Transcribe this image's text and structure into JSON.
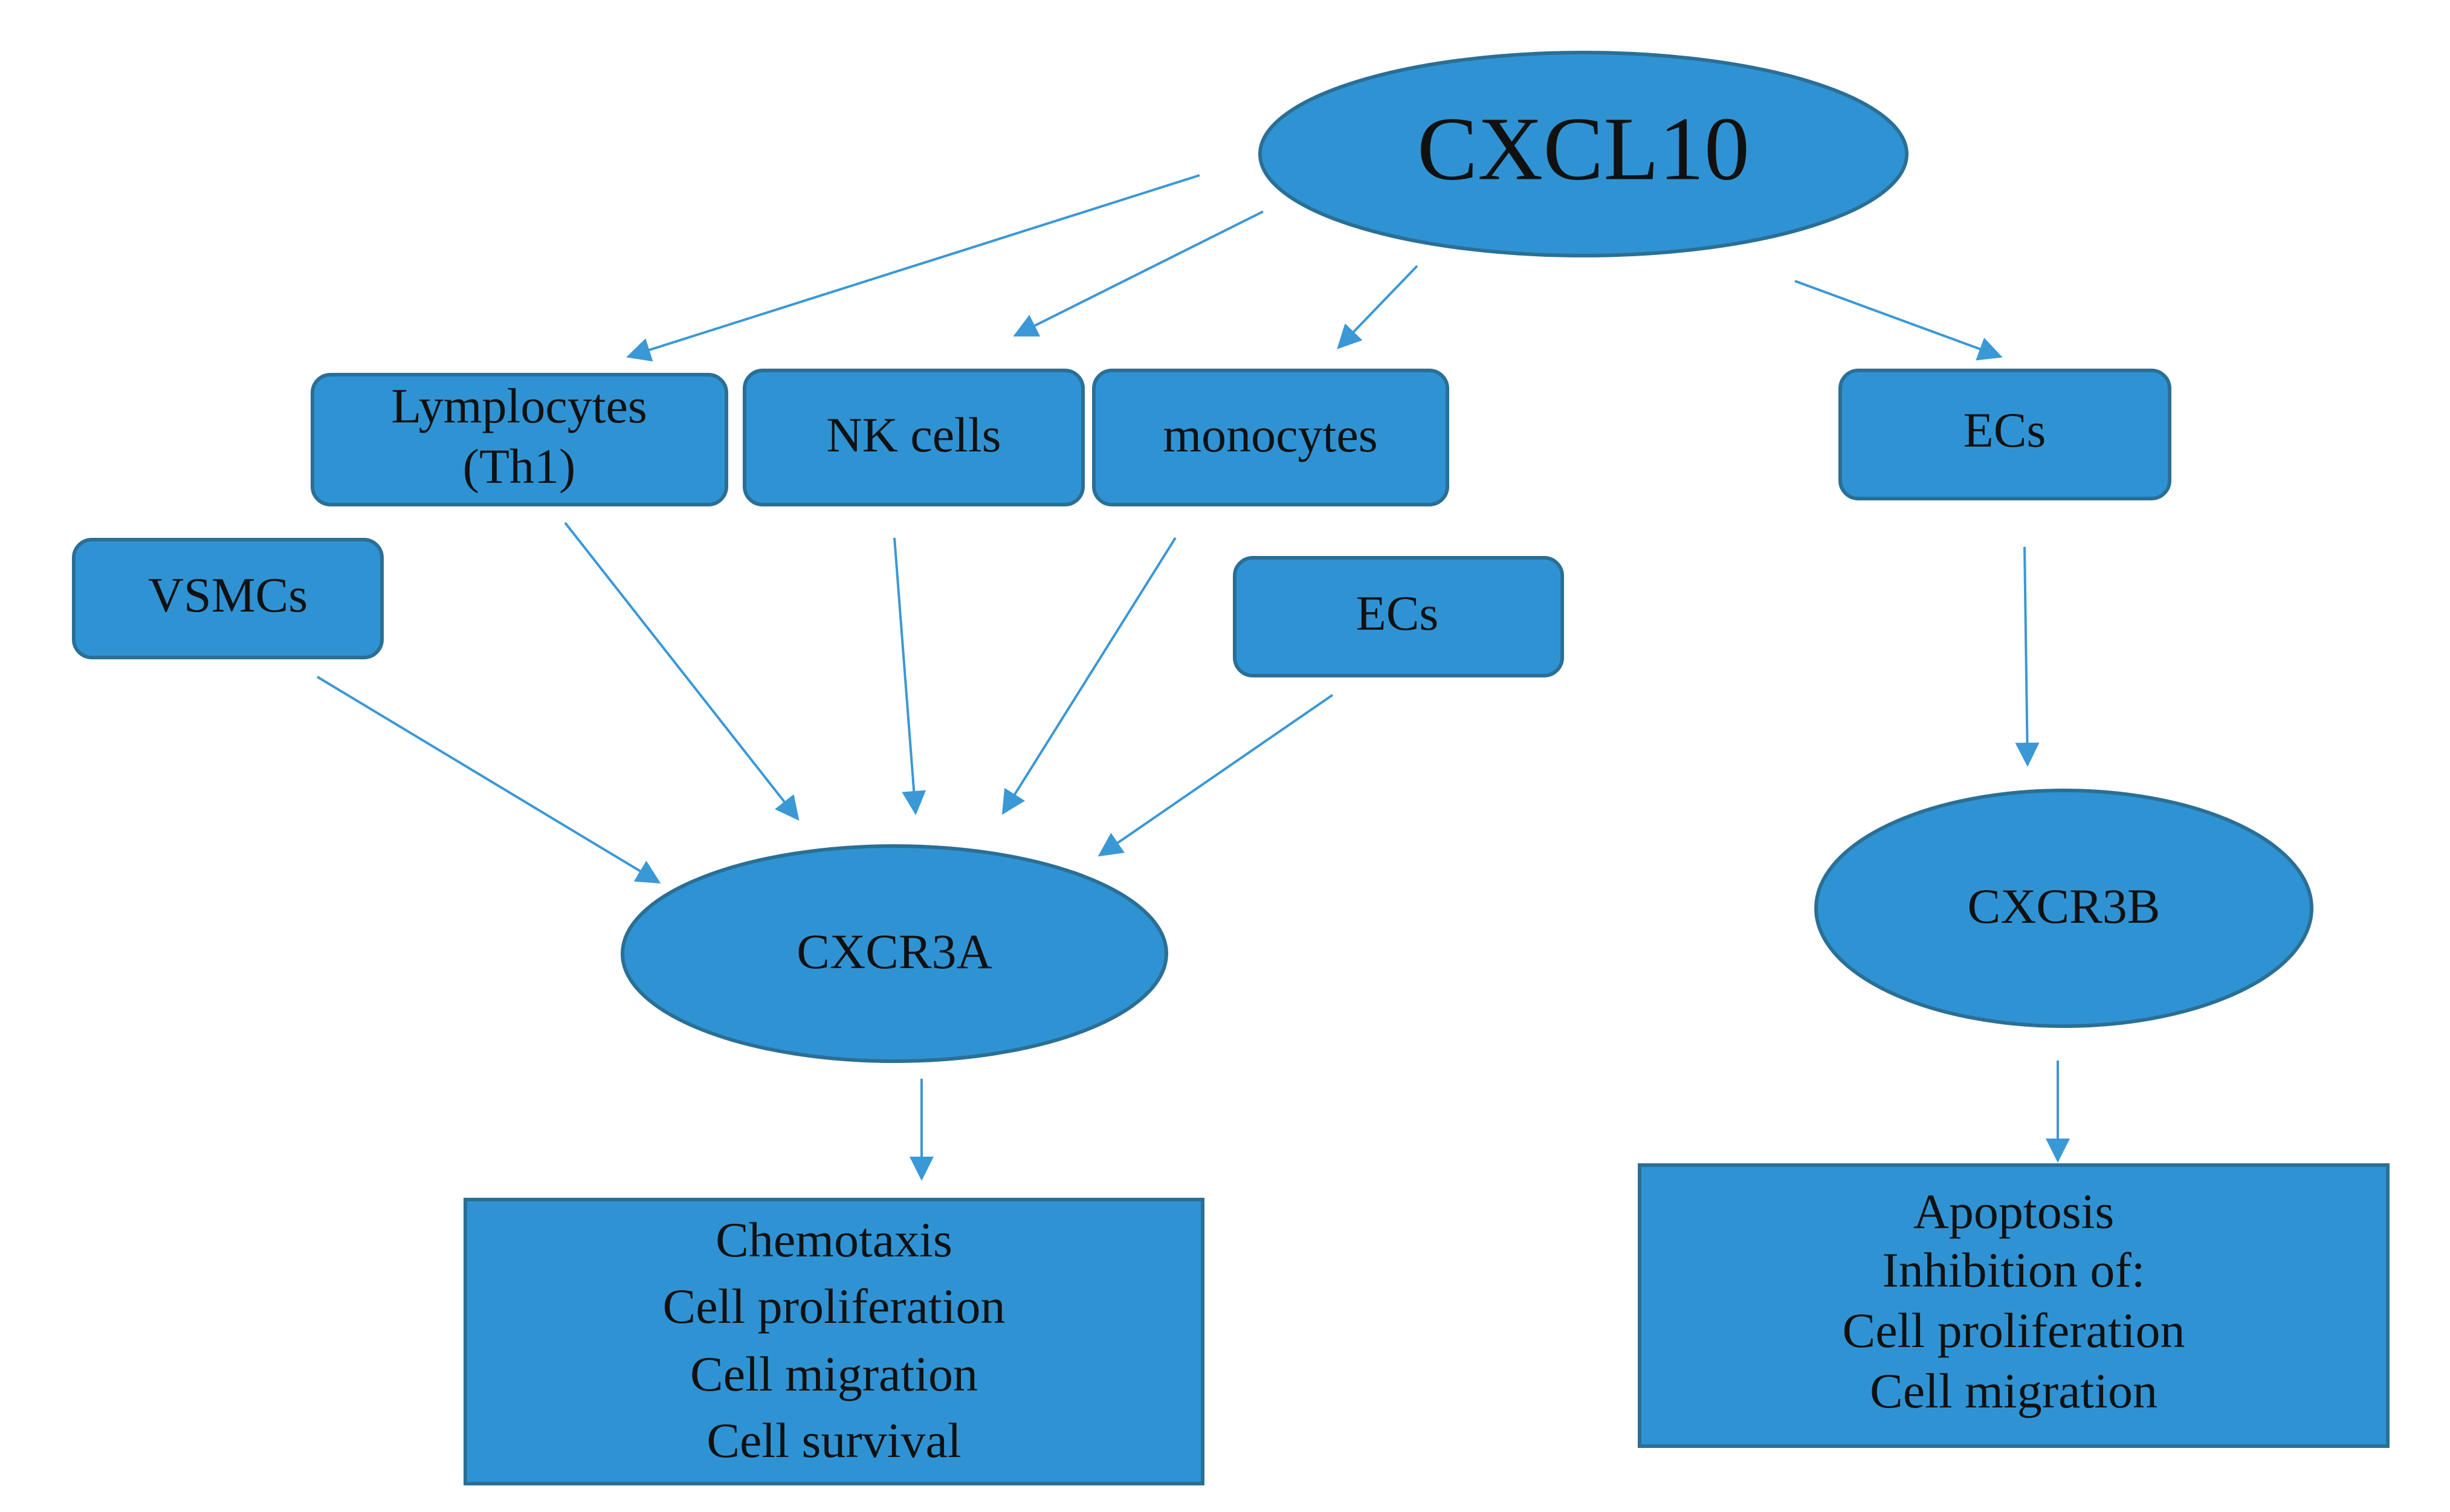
{
  "nodes": {
    "cxcl10": "CXCL10",
    "lymphocytes": [
      "Lymplocytes",
      "(Th1)"
    ],
    "nk_cells": "NK cells",
    "monocytes": "monocytes",
    "ecs_right": "ECs",
    "vsmcs": "VSMCs",
    "ecs_left": "ECs",
    "cxcr3a": "CXCR3A",
    "cxcr3b": "CXCR3B",
    "outcome_a": [
      "Chemotaxis",
      "Cell proliferation",
      "Cell migration",
      "Cell survival"
    ],
    "outcome_b": [
      "Apoptosis",
      "Inhibition of:",
      "Cell proliferation",
      "Cell migration"
    ]
  },
  "colors": {
    "node_fill": "#2f93d3",
    "node_border": "#2a6f96",
    "arrow": "#3a98d6",
    "text": "#111111"
  }
}
